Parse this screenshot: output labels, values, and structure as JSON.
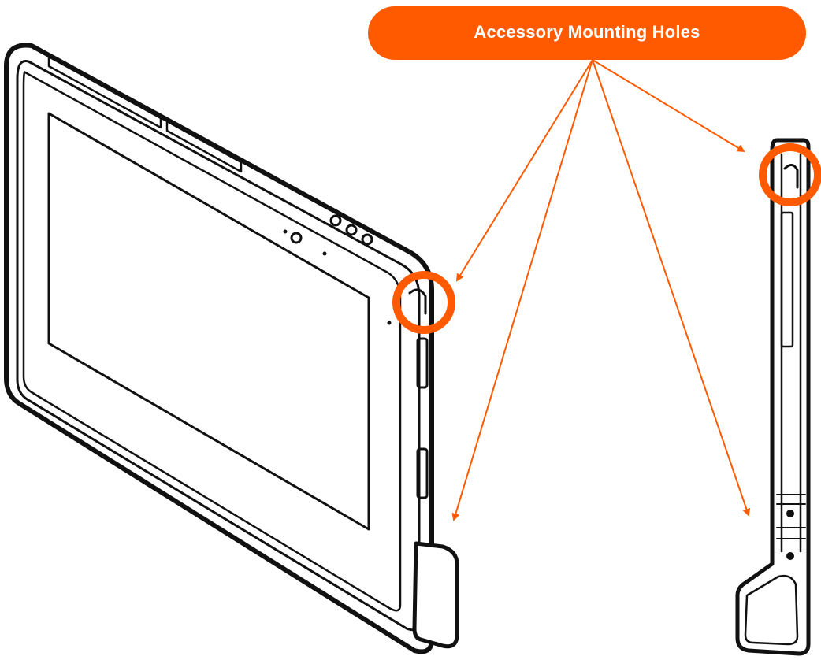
{
  "callout": {
    "label": "Accessory Mounting Holes"
  },
  "colors": {
    "accent": "#ff5a00",
    "line": "#111111",
    "background": "#ffffff"
  },
  "icons": [
    "tablet-front-illustration",
    "tablet-side-illustration",
    "highlight-circle",
    "leader-arrow"
  ]
}
